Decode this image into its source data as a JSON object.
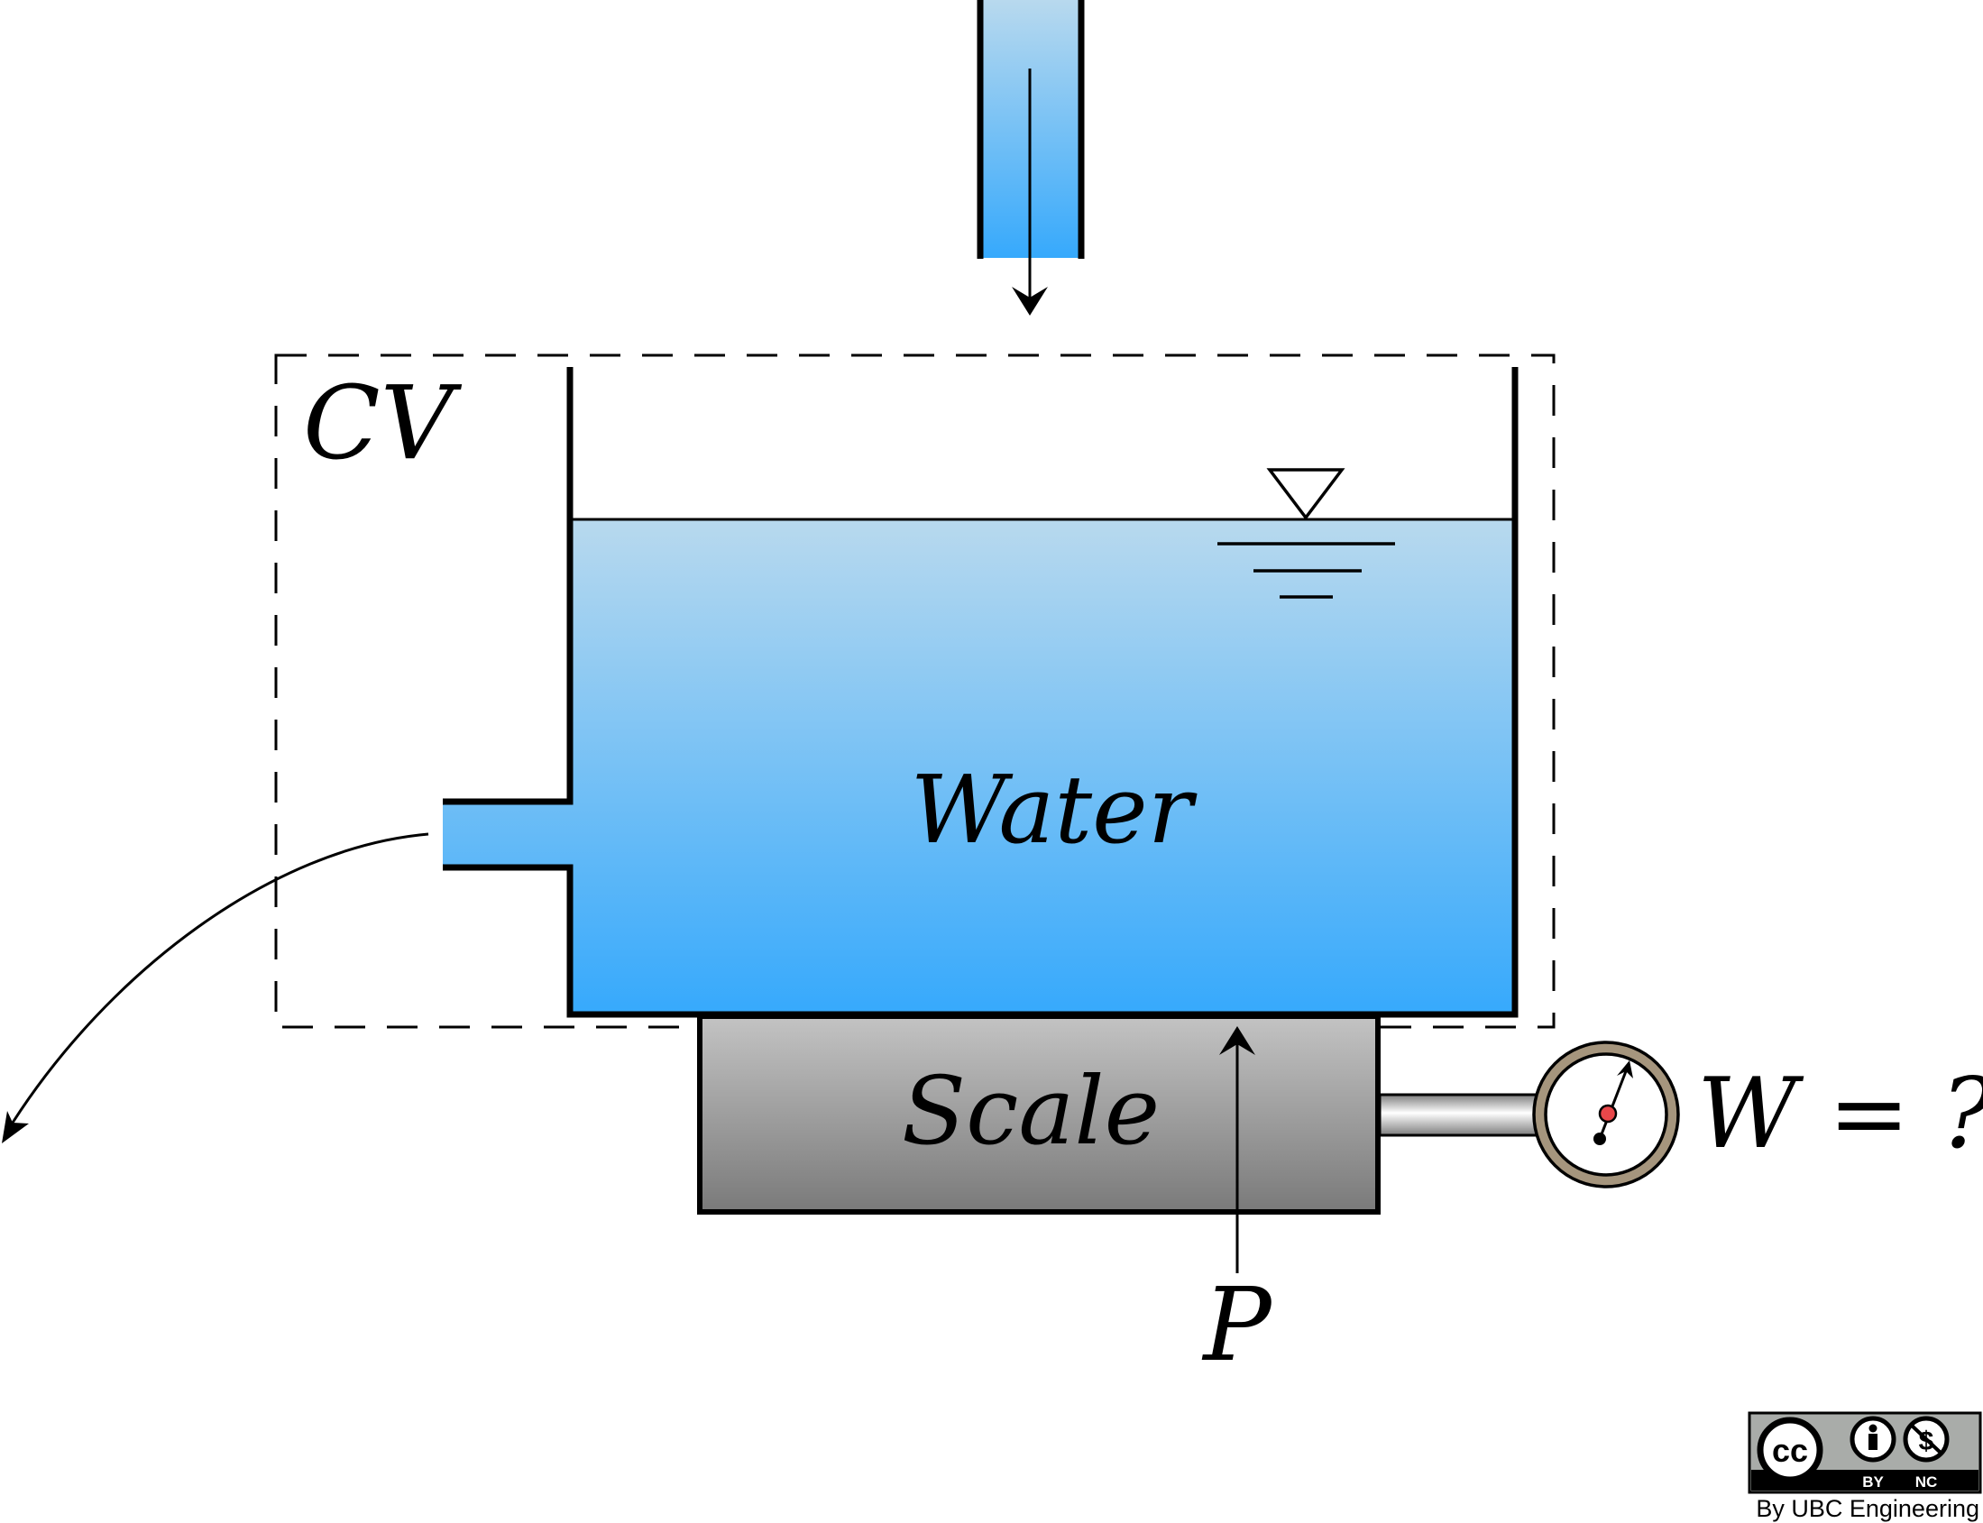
{
  "labels": {
    "control_volume": "CV",
    "tank_contents": "Water",
    "scale": "Scale",
    "force": "P",
    "unknown": "W = ?"
  },
  "license": {
    "cc": "cc",
    "by": "BY",
    "nc": "NC",
    "credit": "By UBC Engineering"
  },
  "colors": {
    "water_top": "#b8d9ee",
    "water_bottom": "#36a9fc",
    "scale_top": "#c3c3c3",
    "scale_bottom": "#7a7a7a",
    "gauge_rim": "#a5957d",
    "gauge_pivot": "#e8474a",
    "badge_bg": "#a9aca9"
  },
  "icons": {
    "free_surface": "free-surface-icon",
    "gauge": "dial-gauge-icon",
    "license": "cc-by-nc-icon"
  }
}
